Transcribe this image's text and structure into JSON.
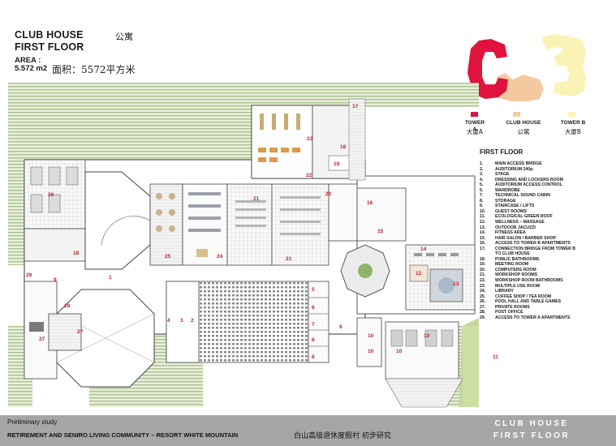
{
  "header": {
    "title_line1": "CLUB HOUSE",
    "title_line2": "FIRST FLOOR",
    "title_cn": "公寓",
    "area_label": "AREA :",
    "area_value": "5.572 m2",
    "area_cn": "面积：5572平方米"
  },
  "legend": {
    "tower_a": {
      "label": "TOWER A",
      "cn": "大厦A",
      "color": "#e0123e"
    },
    "club_house": {
      "label": "CLUB HOUSE",
      "cn": "公寓",
      "color": "#f5c9a0"
    },
    "tower_b": {
      "label": "TOWER B",
      "cn": "大厦B",
      "color": "#fbf3b6"
    }
  },
  "floor_list": {
    "title": "FIRST  FLOOR",
    "items": [
      {
        "num": "1.",
        "name": "MAIN ACCESS BRIDGE"
      },
      {
        "num": "2.",
        "name": "AUDITORIUM 240p."
      },
      {
        "num": "3.",
        "name": "STAGE"
      },
      {
        "num": "4.",
        "name": "DRESSING AND LOCKERS ROOM"
      },
      {
        "num": "5.",
        "name": "AUDITORIUM ACCESS CONTROL"
      },
      {
        "num": "6.",
        "name": "WARDROBE"
      },
      {
        "num": "7.",
        "name": "TECHNICAL SOUND CABIN"
      },
      {
        "num": "8.",
        "name": "STORAGE"
      },
      {
        "num": "9.",
        "name": "STAIRCASE / LIFTS"
      },
      {
        "num": "10.",
        "name": "GUEST ROOMS"
      },
      {
        "num": "11.",
        "name": "ECOLOGICAL GREEN ROOF"
      },
      {
        "num": "12.",
        "name": "WELLNESS – MASSAGE"
      },
      {
        "num": "13.",
        "name": "OUTDOOR JACUZZI"
      },
      {
        "num": "14.",
        "name": "FITNESS AREA"
      },
      {
        "num": "15.",
        "name": "HAIR SALON / BARBER SHOP"
      },
      {
        "num": "16.",
        "name": "ACCESS TO TOWER B APARTMENTS"
      },
      {
        "num": "17.",
        "name": "CONNECTION BRIDGE FROM TOWER B"
      },
      {
        "num": "",
        "name": "TO CLUB HOUSE"
      },
      {
        "num": "18.",
        "name": "PUBLIC BATHROOMS"
      },
      {
        "num": "19.",
        "name": "MEETING ROOM"
      },
      {
        "num": "20.",
        "name": "COMPUTERS ROOM"
      },
      {
        "num": "21.",
        "name": "WORKSHOP ROOMS"
      },
      {
        "num": "22.",
        "name": "WORKSHOP ROOM BATHROOMS"
      },
      {
        "num": "23.",
        "name": "MULTIPLE USE ROOM"
      },
      {
        "num": "24.",
        "name": "LIBRARY"
      },
      {
        "num": "25.",
        "name": "COFFEE SHOP / TEA ROOM"
      },
      {
        "num": "26.",
        "name": "POOL HALL AND TABLE GAMES"
      },
      {
        "num": "27.",
        "name": "PRIVATE ROOMS"
      },
      {
        "num": "28.",
        "name": "POST OFFICE"
      },
      {
        "num": "29.",
        "name": "ACCESS TO TOWER A APARTMENTS"
      }
    ]
  },
  "plan_labels": [
    "1",
    "2",
    "3",
    "4",
    "5",
    "6",
    "7",
    "8",
    "8",
    "9",
    "9",
    "10",
    "10",
    "10",
    "10",
    "11",
    "12",
    "13",
    "14",
    "15",
    "16",
    "17",
    "18",
    "18",
    "19",
    "20",
    "21",
    "21",
    "22",
    "23",
    "24",
    "25",
    "26",
    "27",
    "27",
    "28",
    "29"
  ],
  "footer": {
    "study": "Preliminary study",
    "subtitle": "RETIREMENT AND SENIRO LIVING COMMUNITY – RESORT WHITE MOUNTAIN",
    "subtitle_cn": "白山高级退休度假村 初步研究",
    "big_line1": "CLUB HOUSE",
    "big_line2": "FIRST FLOOR"
  }
}
